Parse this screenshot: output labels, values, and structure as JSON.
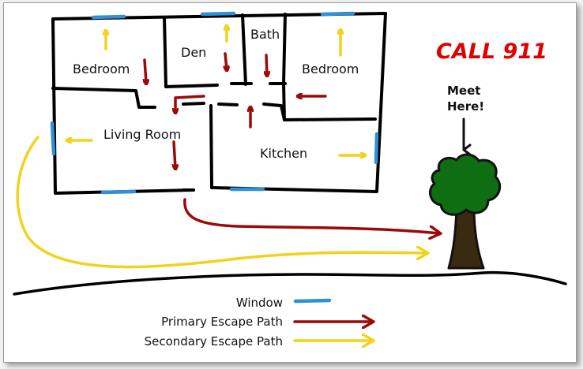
{
  "rooms": {
    "bedroom_left": "Bedroom",
    "den": "Den",
    "bath": "Bath",
    "bedroom_right": "Bedroom",
    "living_room": "Living Room",
    "kitchen": "Kitchen"
  },
  "call_911": "CALL 911",
  "meeting_point": {
    "line1": "Meet",
    "line2": "Here!"
  },
  "legend": {
    "window": "Window",
    "primary": "Primary Escape Path",
    "secondary": "Secondary Escape Path"
  },
  "colors": {
    "wall": "#000000",
    "window": "#2f8fd8",
    "primary_path": "#9b0a0a",
    "secondary_path": "#f2d21b",
    "call_text": "#e00000",
    "tree_leaves": "#0f6e12",
    "tree_trunk": "#3b2a12"
  }
}
